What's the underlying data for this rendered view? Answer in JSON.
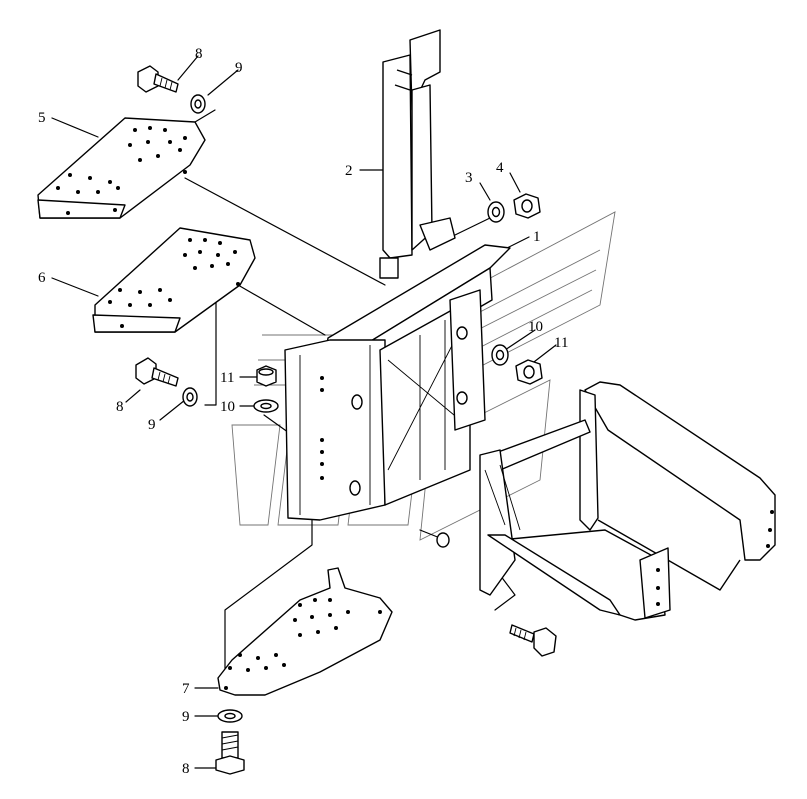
{
  "callouts": [
    {
      "id": "c1",
      "label": "1"
    },
    {
      "id": "c2",
      "label": "2"
    },
    {
      "id": "c3",
      "label": "3"
    },
    {
      "id": "c4",
      "label": "4"
    },
    {
      "id": "c5",
      "label": "5"
    },
    {
      "id": "c6",
      "label": "6"
    },
    {
      "id": "c7",
      "label": "7"
    },
    {
      "id": "c8a",
      "label": "8"
    },
    {
      "id": "c8b",
      "label": "8"
    },
    {
      "id": "c8c",
      "label": "8"
    },
    {
      "id": "c9a",
      "label": "9"
    },
    {
      "id": "c9b",
      "label": "9"
    },
    {
      "id": "c9c",
      "label": "9"
    },
    {
      "id": "c10a",
      "label": "10"
    },
    {
      "id": "c10b",
      "label": "10"
    },
    {
      "id": "c11a",
      "label": "11"
    },
    {
      "id": "c11b",
      "label": "11"
    }
  ],
  "colors": {
    "line": "#000000",
    "background": "#ffffff"
  }
}
